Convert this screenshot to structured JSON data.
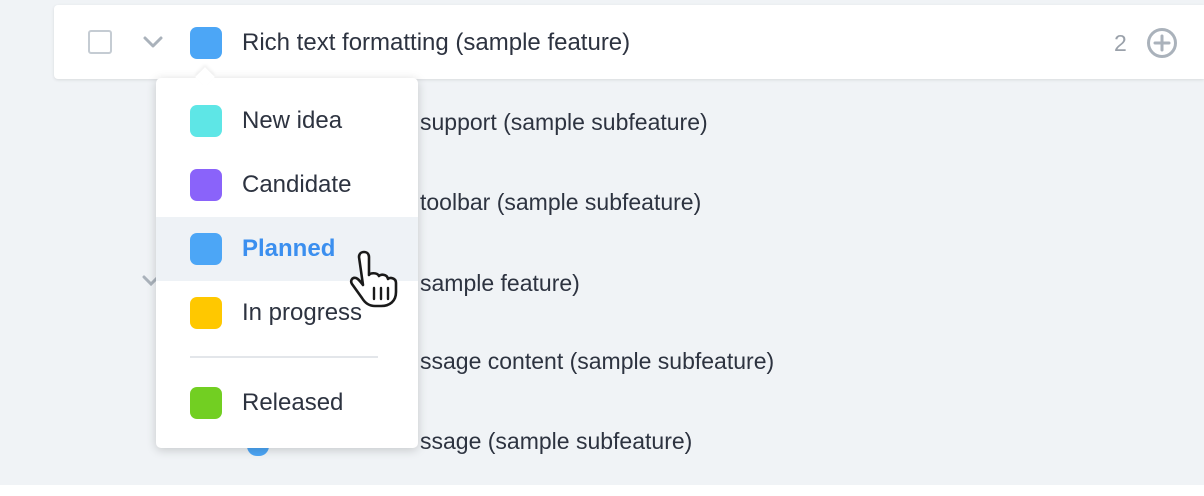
{
  "feature": {
    "title": "Rich text formatting (sample feature)",
    "count": "2",
    "status_color": "#4ca6f6"
  },
  "background_rows": [
    {
      "text": "support (sample subfeature)"
    },
    {
      "text": "toolbar (sample subfeature)"
    },
    {
      "text": "sample feature)"
    },
    {
      "text": "ssage content (sample subfeature)"
    },
    {
      "text": "ssage (sample subfeature)"
    }
  ],
  "status_menu": {
    "items": [
      {
        "label": "New idea",
        "color": "#5ee6e6"
      },
      {
        "label": "Candidate",
        "color": "#8a63fa"
      },
      {
        "label": "Planned",
        "color": "#4ca6f6",
        "selected": true
      },
      {
        "label": "In progress",
        "color": "#ffc800"
      },
      {
        "label": "Released",
        "color": "#72cf22"
      }
    ]
  },
  "icons": {
    "checkbox": "checkbox-icon",
    "expand": "chevron-down-icon",
    "add": "plus-circle-icon",
    "cursor": "hand-pointer-icon"
  }
}
